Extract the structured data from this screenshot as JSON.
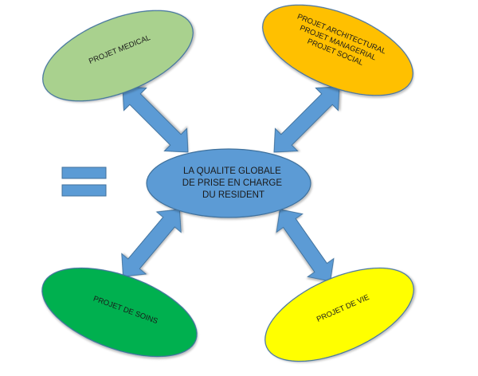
{
  "colors": {
    "center_fill": "#5b9bd5",
    "medical_fill": "#a9d18e",
    "architectural_fill": "#ffc000",
    "soins_fill": "#00b050",
    "vie_fill": "#ffff00",
    "arrow_fill": "#5b9bd5",
    "equals_fill": "#5b9bd5",
    "outline": "#41719c"
  },
  "center": {
    "lines": [
      "LA QUALITE GLOBALE",
      "DE PRISE EN CHARGE",
      "DU RESIDENT"
    ]
  },
  "top_left": {
    "lines": [
      "PROJET MEDICAL"
    ]
  },
  "top_right": {
    "lines": [
      "PROJET ARCHITECTURAL",
      "PROJET MANAGERIAL",
      "PROJET SOCIAL"
    ]
  },
  "bottom_left": {
    "lines": [
      "PROJET DE SOINS"
    ]
  },
  "bottom_right": {
    "lines": [
      "PROJET DE VIE"
    ]
  },
  "icons": {
    "equals": "equals-icon",
    "arrow": "double-arrow-icon"
  }
}
